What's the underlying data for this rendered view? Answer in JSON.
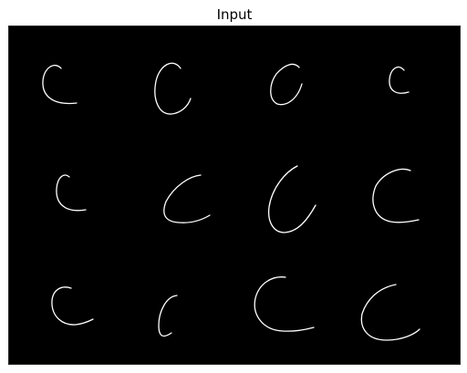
{
  "figure": {
    "title": "Input",
    "colors": {
      "background": "#000000",
      "foreground": "#ffffff",
      "page": "#ffffff"
    },
    "grid": {
      "rows": 3,
      "cols": 4,
      "glyph": "letter-c-outline"
    }
  }
}
